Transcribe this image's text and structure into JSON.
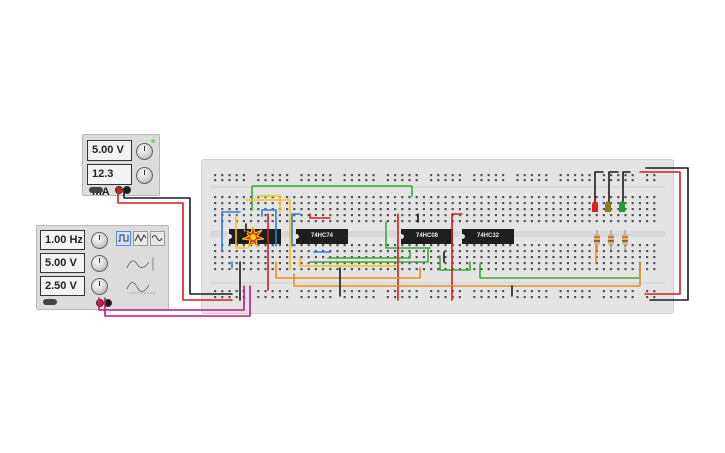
{
  "power_supply": {
    "voltage": "5.00 V",
    "current": "12.3 mA"
  },
  "function_generator": {
    "frequency": "1.00 Hz",
    "amplitude": "5.00 V",
    "offset": "2.50 V",
    "waveforms": [
      "square-wave-icon",
      "triangle-wave-icon",
      "sine-wave-icon"
    ],
    "selected_waveform": "square"
  },
  "breadboard": {
    "chips": [
      {
        "label": ""
      },
      {
        "label": "74HC74"
      },
      {
        "label": "74HC08"
      },
      {
        "label": "74HC32"
      }
    ],
    "leds": [
      {
        "color": "#e02020"
      },
      {
        "color": "#8a7a1a"
      },
      {
        "color": "#1e9e2e"
      }
    ]
  },
  "colors": {
    "wire_red": "#d41f1f",
    "wire_black": "#1a1a1a",
    "wire_yellow": "#f2c31a",
    "wire_blue": "#2f7fd8",
    "wire_green": "#3aa83a",
    "wire_orange": "#f08c1a",
    "wire_magenta": "#c2187a"
  }
}
